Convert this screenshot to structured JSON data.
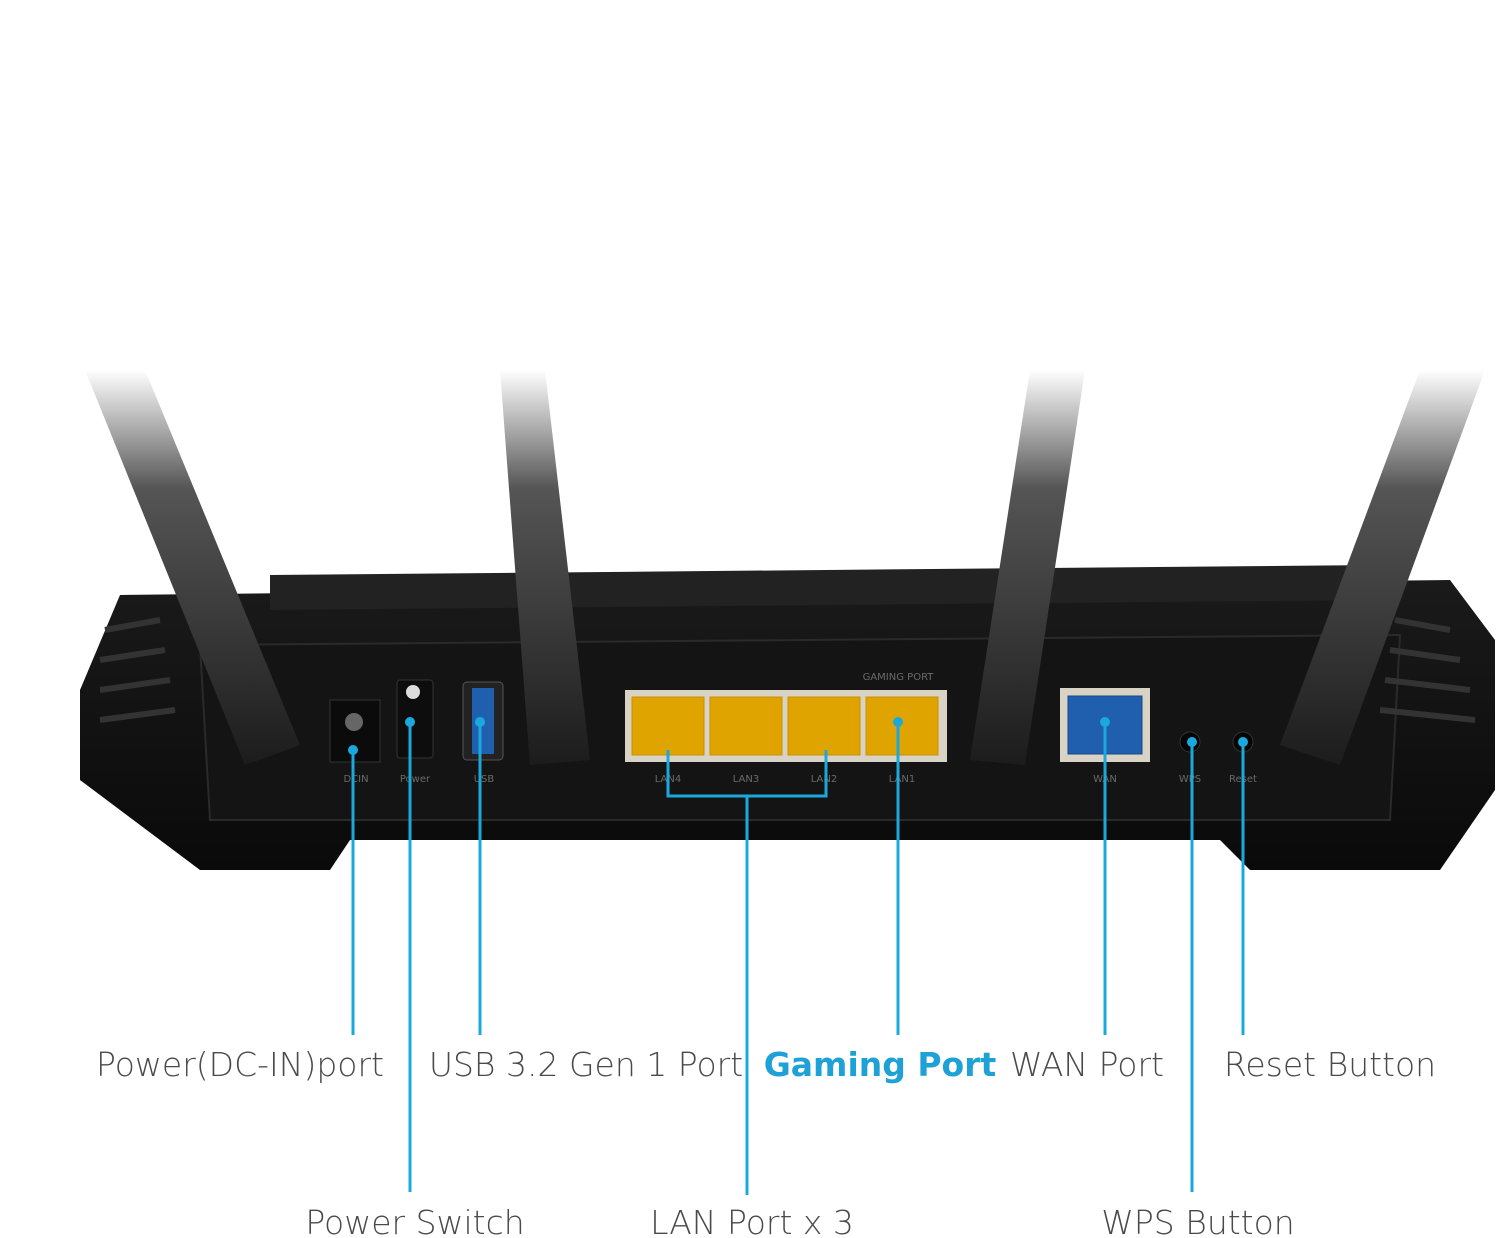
{
  "router_labels": {
    "dcin": "DCIN",
    "power": "Power",
    "usb": "USB",
    "gaming_port": "GAMING PORT",
    "lan4": "LAN4",
    "lan3": "LAN3",
    "lan2": "LAN2",
    "lan1": "LAN1",
    "wan": "WAN",
    "wps": "WPS",
    "reset": "Reset"
  },
  "callouts": {
    "power_dc_in": "Power(DC-IN)port",
    "power_switch": "Power Switch",
    "usb": "USB 3.2 Gen 1 Port",
    "lan": "LAN Port x 3",
    "gaming": "Gaming Port",
    "wan": "WAN Port",
    "wps": "WPS Button",
    "reset": "Reset Button"
  },
  "colors": {
    "callout": "#1ba8dc",
    "lan_port": "#e0a400",
    "wan_port": "#1f5fae"
  }
}
